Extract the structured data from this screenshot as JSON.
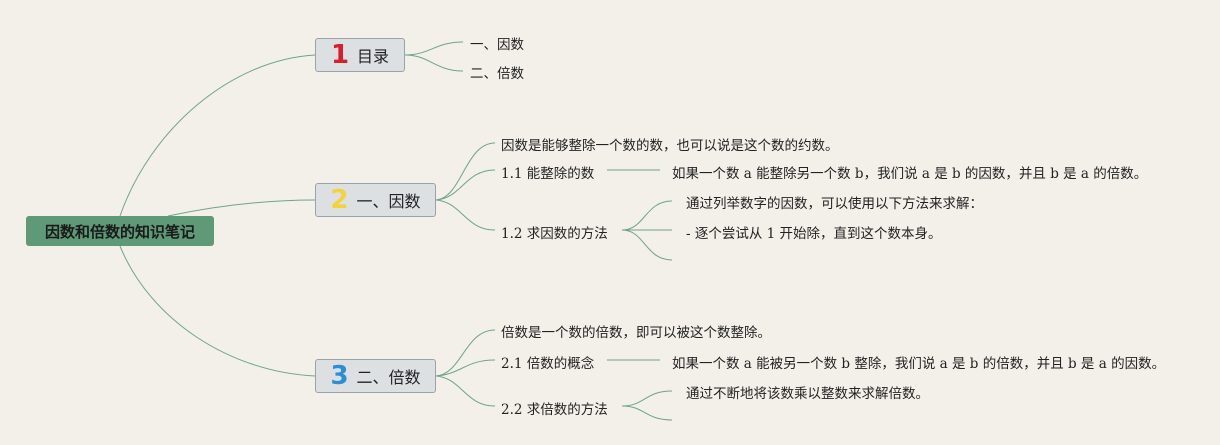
{
  "root": {
    "title": "因数和倍数的知识笔记"
  },
  "branches": [
    {
      "number": "1",
      "number_color": "#d81e2a",
      "label": "目录",
      "items": [
        "一、因数",
        "二、倍数"
      ]
    },
    {
      "number": "2",
      "number_color": "#f3d23a",
      "label": "一、因数",
      "intro": "因数是能够整除一个数的数，也可以说是这个数的约数。",
      "sections": [
        {
          "label": "1.1 能整除的数",
          "details": [
            "如果一个数 a 能整除另一个数 b，我们说 a 是 b 的因数，并且 b 是 a 的倍数。"
          ]
        },
        {
          "label": "1.2 求因数的方法",
          "details": [
            "通过列举数字的因数，可以使用以下方法来求解：",
            "- 逐个尝试从 1 开始除，直到这个数本身。"
          ]
        }
      ]
    },
    {
      "number": "3",
      "number_color": "#2a8fd6",
      "label": "二、倍数",
      "intro": "倍数是一个数的倍数，即可以被这个数整除。",
      "sections": [
        {
          "label": "2.1 倍数的概念",
          "details": [
            "如果一个数 a 能被另一个数 b 整除，我们说 a 是 b 的倍数，并且 b 是 a 的因数。"
          ]
        },
        {
          "label": "2.2 求倍数的方法",
          "details": [
            "通过不断地将该数乘以整数来求解倍数。"
          ]
        }
      ]
    }
  ],
  "colors": {
    "line": "#5e9a77",
    "root_bg": "#5e9a77",
    "background": "#f2f0e9"
  }
}
